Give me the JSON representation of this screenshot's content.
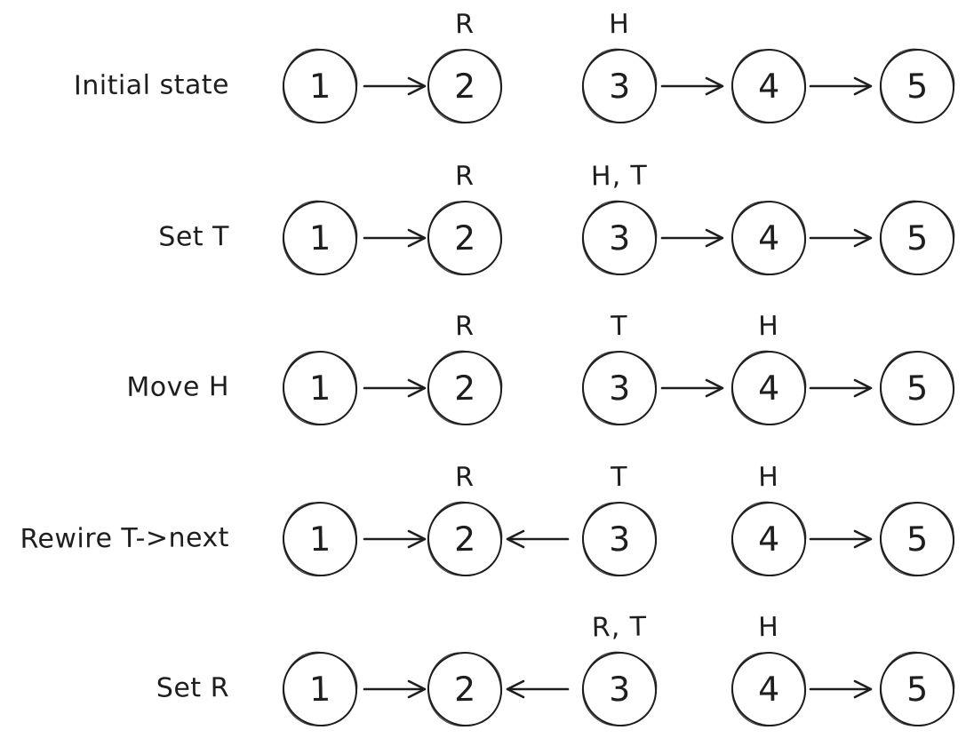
{
  "diagram": {
    "type": "linked-list-reversal-steps",
    "stroke_color": "#1e1e1e",
    "background_color": "#ffffff",
    "rows": [
      {
        "title": "Initial state",
        "nodes": [
          {
            "value": "1",
            "label": ""
          },
          {
            "value": "2",
            "label": "R"
          },
          {
            "value": "3",
            "label": "H"
          },
          {
            "value": "4",
            "label": ""
          },
          {
            "value": "5",
            "label": ""
          }
        ],
        "arrows": [
          "1->2",
          "3->4",
          "4->5"
        ]
      },
      {
        "title": "Set T",
        "nodes": [
          {
            "value": "1",
            "label": ""
          },
          {
            "value": "2",
            "label": "R"
          },
          {
            "value": "3",
            "label": "H, T"
          },
          {
            "value": "4",
            "label": ""
          },
          {
            "value": "5",
            "label": ""
          }
        ],
        "arrows": [
          "1->2",
          "3->4",
          "4->5"
        ]
      },
      {
        "title": "Move H",
        "nodes": [
          {
            "value": "1",
            "label": ""
          },
          {
            "value": "2",
            "label": "R"
          },
          {
            "value": "3",
            "label": "T"
          },
          {
            "value": "4",
            "label": "H"
          },
          {
            "value": "5",
            "label": ""
          }
        ],
        "arrows": [
          "1->2",
          "3->4",
          "4->5"
        ]
      },
      {
        "title": "Rewire T->next",
        "nodes": [
          {
            "value": "1",
            "label": ""
          },
          {
            "value": "2",
            "label": "R"
          },
          {
            "value": "3",
            "label": "T"
          },
          {
            "value": "4",
            "label": "H"
          },
          {
            "value": "5",
            "label": ""
          }
        ],
        "arrows": [
          "1->2",
          "3->2",
          "4->5"
        ]
      },
      {
        "title": "Set R",
        "nodes": [
          {
            "value": "1",
            "label": ""
          },
          {
            "value": "2",
            "label": ""
          },
          {
            "value": "3",
            "label": "R, T"
          },
          {
            "value": "4",
            "label": "H"
          },
          {
            "value": "5",
            "label": ""
          }
        ],
        "arrows": [
          "1->2",
          "3->2",
          "4->5"
        ]
      }
    ]
  }
}
